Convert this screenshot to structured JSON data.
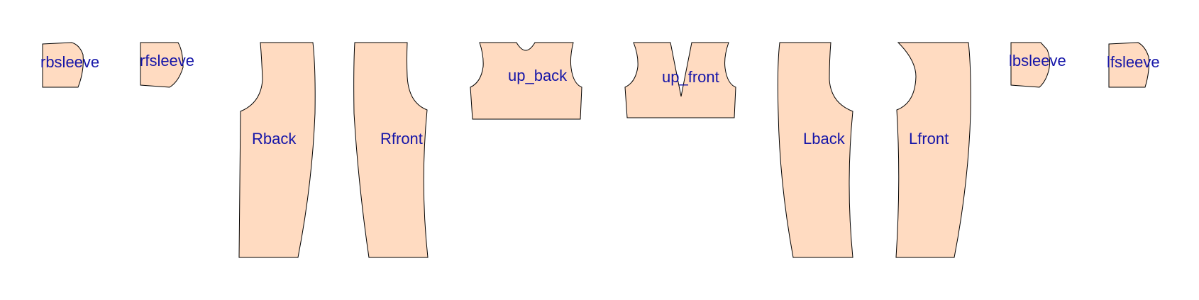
{
  "colors": {
    "background": "#ffffff",
    "piece_fill": "#ffdbc1",
    "piece_outline": "#000000",
    "label_text": "#1515a8"
  },
  "pieces": [
    {
      "id": "rbsleeve",
      "label": "rbsleeve"
    },
    {
      "id": "rfsleeve",
      "label": "rfsleeve"
    },
    {
      "id": "rback",
      "label": "Rback"
    },
    {
      "id": "rfront",
      "label": "Rfront"
    },
    {
      "id": "up-back",
      "label": "up_back"
    },
    {
      "id": "up-front",
      "label": "up_front"
    },
    {
      "id": "lback",
      "label": "Lback"
    },
    {
      "id": "lfront",
      "label": "Lfront"
    },
    {
      "id": "lbsleeve",
      "label": "lbsleeve"
    },
    {
      "id": "lfsleeve",
      "label": "lfsleeve"
    }
  ]
}
